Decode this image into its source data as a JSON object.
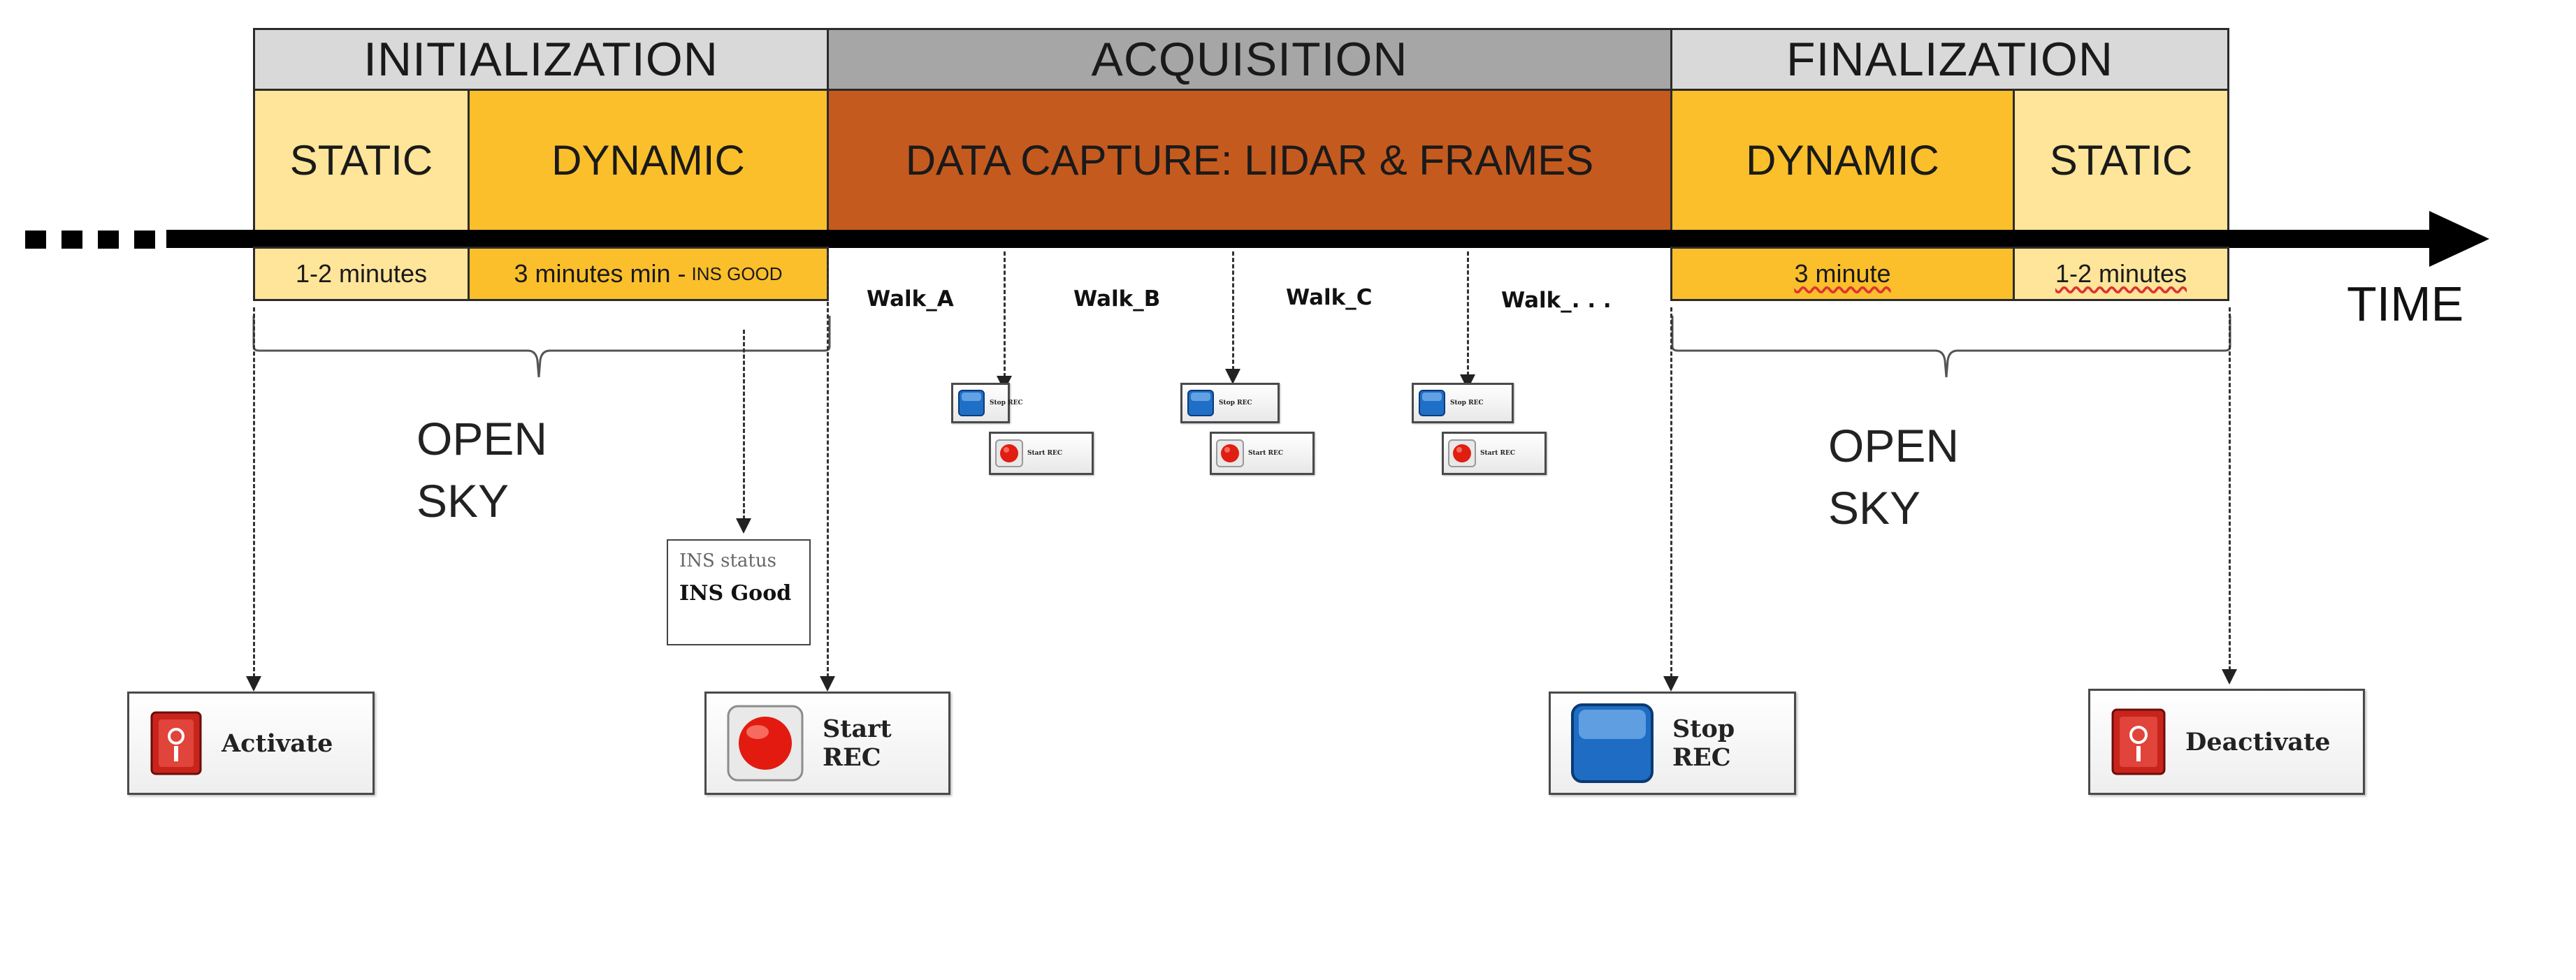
{
  "phases": {
    "initialization": "INITIALIZATION",
    "acquisition": "ACQUISITION",
    "finalization": "FINALIZATION"
  },
  "segments": {
    "init_static": "STATIC",
    "init_dynamic": "DYNAMIC",
    "capture": "DATA CAPTURE: LIDAR & FRAMES",
    "final_dynamic": "DYNAMIC",
    "final_static": "STATIC"
  },
  "durations": {
    "init_static": "1-2 minutes",
    "init_dynamic": "3 minutes min -",
    "init_dynamic_suffix": "INS GOOD",
    "final_dynamic": "3 minute",
    "final_static": "1-2 minutes"
  },
  "time_label": "TIME",
  "open_sky": {
    "line1": "OPEN",
    "line2": "SKY"
  },
  "walks": [
    "Walk_A",
    "Walk_B",
    "Walk_C",
    "Walk_. . ."
  ],
  "ins_status": {
    "title": "INS status",
    "value": "INS Good"
  },
  "buttons": {
    "activate": "Activate",
    "start_rec": "Start REC",
    "stop_rec": "Stop REC",
    "deactivate": "Deactivate"
  },
  "mini_buttons": {
    "stop": "Stop REC",
    "start": "Start REC"
  },
  "colors": {
    "static": "#ffe599",
    "dynamic": "#fbbf2b",
    "capture": "#c55a1f",
    "header_light": "#d9d9d9",
    "header_dark": "#a6a6a6"
  },
  "icons": {
    "activate": "power-switch-icon",
    "start_rec": "record-icon",
    "stop_rec": "stop-icon",
    "deactivate": "power-switch-icon"
  }
}
